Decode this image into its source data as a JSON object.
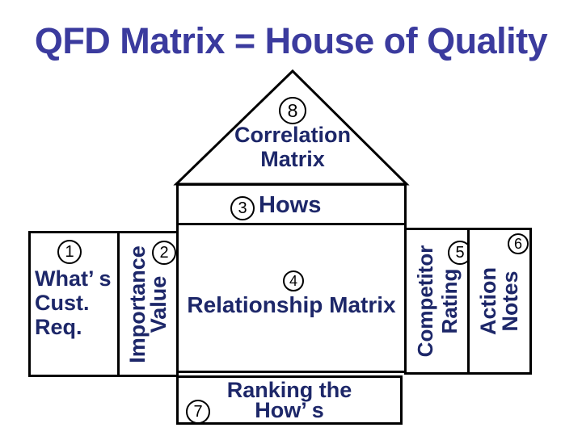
{
  "slide": {
    "title": "QFD Matrix = House of Quality"
  },
  "colors": {
    "title_text": "#3B3B9E",
    "body_text": "#1D2769",
    "line": "#000000",
    "background": "#FFFFFF"
  },
  "sections": {
    "whats_cust_req": {
      "number": "1",
      "lines": [
        "What’ s",
        "Cust.",
        "Req."
      ]
    },
    "importance_value": {
      "number": "2",
      "lines": [
        "Importance",
        "Value"
      ]
    },
    "hows": {
      "number": "3",
      "label": "Hows"
    },
    "relationship_matrix": {
      "number": "4",
      "label": "Relationship Matrix"
    },
    "competitor_rating": {
      "number": "5",
      "lines": [
        "Competitor",
        "Rating"
      ]
    },
    "action_notes": {
      "number": "6",
      "lines": [
        "Action",
        "Notes"
      ]
    },
    "ranking_the_hows": {
      "number": "7",
      "lines": [
        "Ranking the",
        "How’ s"
      ]
    },
    "correlation_matrix": {
      "number": "8",
      "lines": [
        "Correlation",
        "Matrix"
      ]
    }
  }
}
